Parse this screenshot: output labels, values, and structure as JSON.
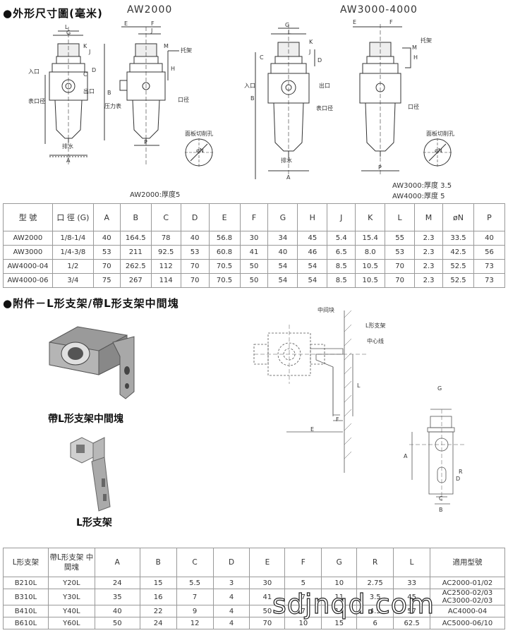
{
  "dimensions_section": {
    "title": "●外形尺寸圖(毫米)",
    "aw2000_title": "AW2000",
    "aw3000_title": "AW3000-4000",
    "aw2000_note": "AW2000:厚度5",
    "aw3000_note": "AW3000:厚度 3.5",
    "aw4000_note": "AW4000:厚度 5",
    "labels": {
      "inlet": "入口",
      "outlet": "出口",
      "gauge": "表口径",
      "drain": "排水",
      "bracket": "托架",
      "pressure_gauge": "压力表",
      "port": "口径",
      "panel_cutout": "面板切削孔",
      "gauge2": "表口径",
      "bracket2": "托架",
      "port2": "口径",
      "panel_cutout2": "面板切削孔",
      "inlet2": "入口",
      "outlet2": "出口",
      "drain2": "排水"
    }
  },
  "spec_table": {
    "headers": [
      "型 號",
      "口 徑 (G)",
      "A",
      "B",
      "C",
      "D",
      "E",
      "F",
      "G",
      "H",
      "J",
      "K",
      "L",
      "M",
      "øN",
      "P"
    ],
    "rows": [
      [
        "AW2000",
        "1/8-1/4",
        "40",
        "164.5",
        "78",
        "40",
        "56.8",
        "30",
        "34",
        "45",
        "5.4",
        "15.4",
        "55",
        "2.3",
        "33.5",
        "40"
      ],
      [
        "AW3000",
        "1/4-3/8",
        "53",
        "211",
        "92.5",
        "53",
        "60.8",
        "41",
        "40",
        "46",
        "6.5",
        "8.0",
        "53",
        "2.3",
        "42.5",
        "56"
      ],
      [
        "AW4000-04",
        "1/2",
        "70",
        "262.5",
        "112",
        "70",
        "70.5",
        "50",
        "54",
        "54",
        "8.5",
        "10.5",
        "70",
        "2.3",
        "52.5",
        "73"
      ],
      [
        "AW4000-06",
        "3/4",
        "75",
        "267",
        "114",
        "70",
        "70.5",
        "50",
        "54",
        "54",
        "8.5",
        "10.5",
        "70",
        "2.3",
        "52.5",
        "73"
      ]
    ]
  },
  "accessory_section": {
    "title": "●附件－L形支架/帶L形支架中間塊",
    "caption_block": "帶L形支架中間塊",
    "caption_bracket": "L形支架",
    "diagram_labels": {
      "middle_block": "中间块",
      "l_bracket": "L形支架",
      "center_line": "中心线",
      "L": "L",
      "E": "E",
      "F": "F",
      "G": "G",
      "A": "A",
      "R": "R",
      "D": "D",
      "C": "C",
      "B": "B"
    }
  },
  "accessory_table": {
    "headers": [
      "L形支架",
      "帶L形支架 中間塊",
      "A",
      "B",
      "C",
      "D",
      "E",
      "F",
      "G",
      "R",
      "L",
      "適用型號"
    ],
    "rows": [
      [
        "B210L",
        "Y20L",
        "24",
        "15",
        "5.5",
        "3",
        "30",
        "5",
        "10",
        "2.75",
        "33",
        "AC2000-01/02"
      ],
      [
        "B310L",
        "Y30L",
        "35",
        "16",
        "7",
        "4",
        "41",
        "7",
        "11",
        "3.5",
        "45",
        "AC2500-02/03 AC3000-02/03"
      ],
      [
        "B410L",
        "Y40L",
        "40",
        "22",
        "9",
        "4",
        "50",
        "7",
        "14",
        "4.5",
        "57",
        "AC4000-04"
      ],
      [
        "B610L",
        "Y60L",
        "50",
        "24",
        "12",
        "4",
        "70",
        "10",
        "15",
        "6",
        "62.5",
        "AC5000-06/10"
      ]
    ]
  },
  "watermark": "sdjnqd.com"
}
